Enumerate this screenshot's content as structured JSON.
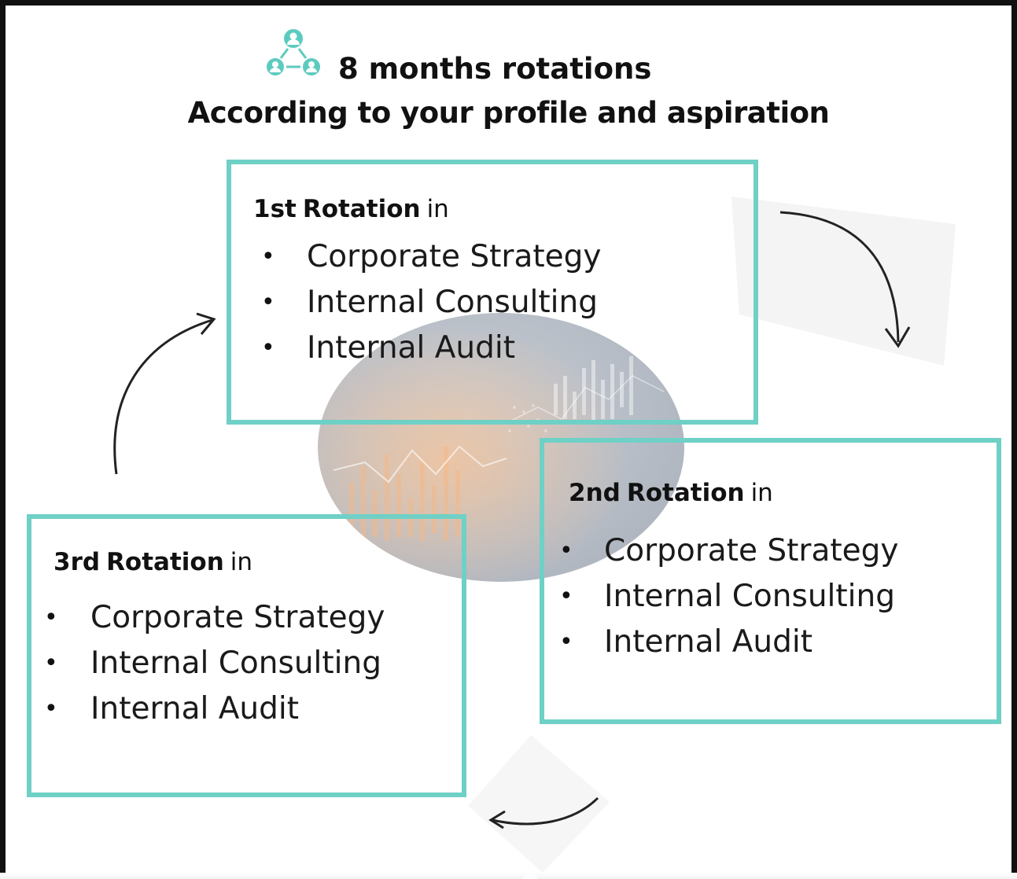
{
  "header": {
    "icon": "people-network-icon",
    "line1": "8 months rotations",
    "line2": "According to your profile and aspiration"
  },
  "rotations": [
    {
      "title_bold_1": "1st",
      "title_bold_2": "Rotation",
      "title_rest": "in",
      "items": [
        "Corporate Strategy",
        "Internal Consulting",
        "Internal Audit"
      ]
    },
    {
      "title_bold_1": "2nd",
      "title_bold_2": "Rotation",
      "title_rest": "in",
      "items": [
        "Corporate Strategy",
        "Internal Consulting",
        "Internal Audit"
      ]
    },
    {
      "title_bold_1": "3rd",
      "title_bold_2": "Rotation",
      "title_rest": "in",
      "items": [
        "Corporate Strategy",
        "Internal Consulting",
        "Internal Audit"
      ]
    }
  ],
  "bullet_char": "•",
  "colors": {
    "box_border": "#6fd0c6",
    "icon": "#5ccbbf",
    "text": "#111111",
    "frame": "#111111"
  },
  "background_image": "financial-chart-world-map-image"
}
